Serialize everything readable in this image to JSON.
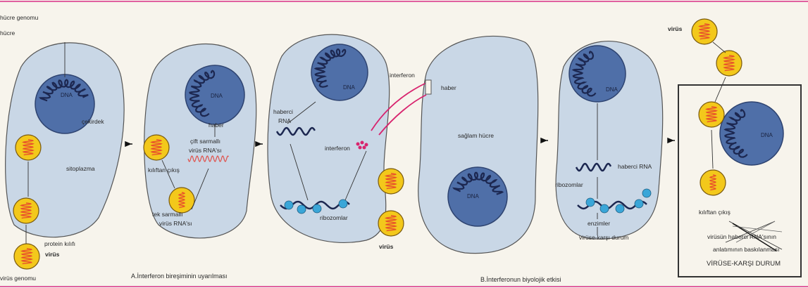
{
  "colors": {
    "cell": "#c9d7e6",
    "cell_stroke": "#555",
    "nucleus": "#4f6fa8",
    "helix": "#1c2750",
    "virus": "#f3c81b",
    "virus_genome": "#e8532a",
    "interferon": "#d8246e",
    "ribosome": "#3aa6d8",
    "rule": "#e060a0"
  },
  "labels": {
    "host_genome": "hücre genomu",
    "cell": "hücre",
    "dna": "DNA",
    "nucleus": "çekirdek",
    "cytoplasm": "sitoplazma",
    "protein_coat": "protein kılıfı",
    "virus": "virüs",
    "virus_genome": "virüs genomu",
    "messenger": "haber",
    "ds_rna_1": "çift sarmallı",
    "ds_rna_2": "virüs RNA'sı",
    "uncoating": "kılıftan çıkış",
    "ss_rna_1": "tek sarmallı",
    "ss_rna_2": "virüs RNA'sı",
    "mrna_1": "haberci",
    "mrna_2": "RNA",
    "interferon": "interferon",
    "ribosomes": "ribozomlar",
    "healthy_cell": "sağlam hücre",
    "mrna": "haberci RNA",
    "enzymes": "enzimler",
    "antiviral_state": "virüse-karşı durum",
    "suppression_1": "virüsün haberci RNA'sının",
    "suppression_2": "anlatımının baskılanması",
    "antiviral_state_caps": "VİRÜSE-KARŞI DURUM"
  },
  "captions": {
    "a": "A.İnterferon bireşiminin uyarılması",
    "b": "B.İnterferonun biyolojik etkisi"
  }
}
